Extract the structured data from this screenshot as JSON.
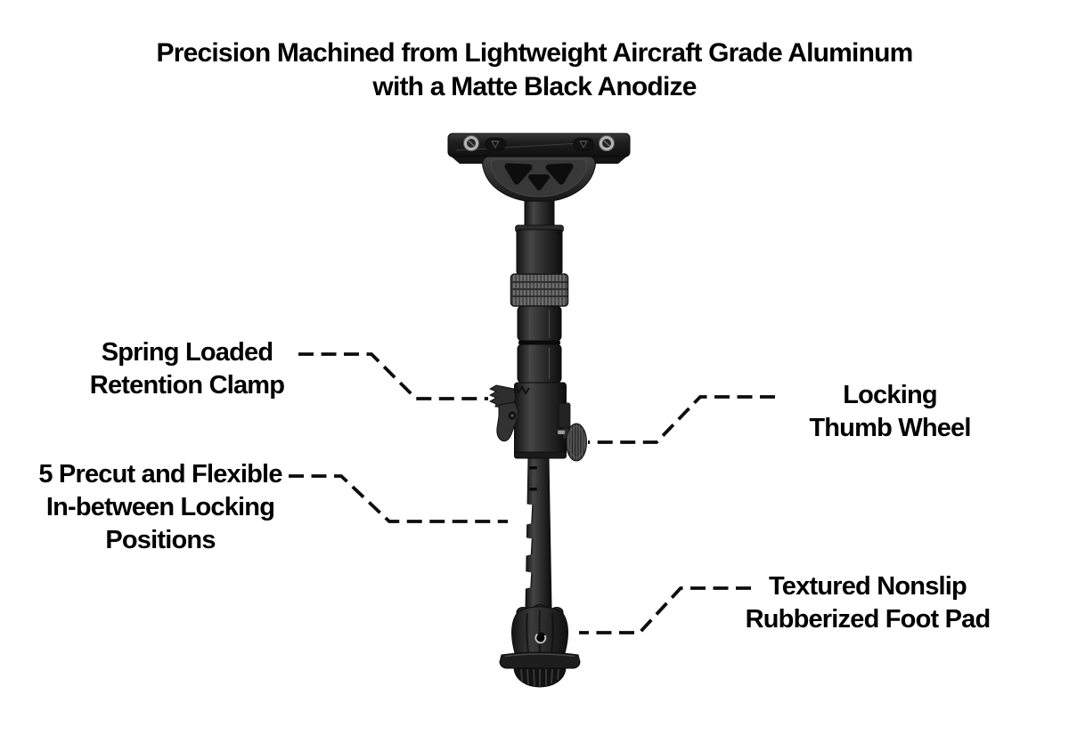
{
  "title": {
    "line1": "Precision Machined from Lightweight Aircraft Grade Aluminum",
    "line2": "with a Matte Black Anodize"
  },
  "labels": {
    "spring_clamp": {
      "line1": "Spring Loaded",
      "line2": "Retention Clamp"
    },
    "locking_positions": {
      "line1": "5 Precut and Flexible",
      "line2": "In-between Locking",
      "line3": "Positions"
    },
    "thumb_wheel": {
      "line1": "Locking",
      "line2": "Thumb Wheel"
    },
    "foot_pad": {
      "line1": "Textured Nonslip",
      "line2": "Rubberized Foot Pad"
    }
  },
  "colors": {
    "background": "#ffffff",
    "text": "#000000",
    "leader_line": "#0d0d0d",
    "product_black": "#1d1d1d",
    "metal_gray": "#6d6d6d"
  }
}
